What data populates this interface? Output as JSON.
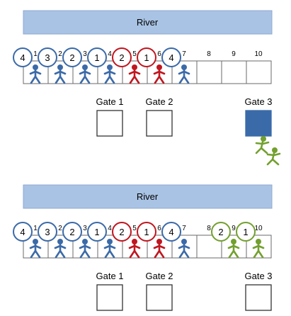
{
  "colors": {
    "river_fill": "#a9c3e4",
    "river_stroke": "#8eaad2",
    "blue": "#3b6aa8",
    "red": "#c0161f",
    "green": "#73a02e",
    "gate_filled": "#3b6aa8",
    "cell_border": "#6a6a6a"
  },
  "panels": [
    {
      "id": "top",
      "river_label": "River",
      "cell_numbers": [
        "1",
        "2",
        "3",
        "4",
        "5",
        "6",
        "7",
        "8",
        "9",
        "10"
      ],
      "occupants": [
        {
          "cell": 1,
          "group": "blue",
          "number": "4"
        },
        {
          "cell": 2,
          "group": "blue",
          "number": "3"
        },
        {
          "cell": 3,
          "group": "blue",
          "number": "2"
        },
        {
          "cell": 4,
          "group": "blue",
          "number": "1"
        },
        {
          "cell": 5,
          "group": "red",
          "number": "2"
        },
        {
          "cell": 6,
          "group": "red",
          "number": "1"
        },
        {
          "cell": 7,
          "group": "blue",
          "number": "4"
        }
      ],
      "gates": [
        {
          "label": "Gate 1",
          "filled": false
        },
        {
          "label": "Gate 2",
          "filled": false
        },
        {
          "label": "Gate 3",
          "filled": true
        }
      ],
      "waiting_count": 2,
      "waiting_icon": "stick-figure-green-icon"
    },
    {
      "id": "bottom",
      "river_label": "River",
      "cell_numbers": [
        "1",
        "2",
        "3",
        "4",
        "5",
        "6",
        "7",
        "8",
        "9",
        "10"
      ],
      "occupants": [
        {
          "cell": 1,
          "group": "blue",
          "number": "4"
        },
        {
          "cell": 2,
          "group": "blue",
          "number": "3"
        },
        {
          "cell": 3,
          "group": "blue",
          "number": "2"
        },
        {
          "cell": 4,
          "group": "blue",
          "number": "1"
        },
        {
          "cell": 5,
          "group": "red",
          "number": "2"
        },
        {
          "cell": 6,
          "group": "red",
          "number": "1"
        },
        {
          "cell": 7,
          "group": "blue",
          "number": "4"
        },
        {
          "cell": 9,
          "group": "green",
          "number": "2"
        },
        {
          "cell": 10,
          "group": "green",
          "number": "1"
        }
      ],
      "gates": [
        {
          "label": "Gate 1",
          "filled": false
        },
        {
          "label": "Gate 2",
          "filled": false
        },
        {
          "label": "Gate 3",
          "filled": false
        }
      ],
      "waiting_count": 0,
      "waiting_icon": "stick-figure-green-icon"
    }
  ]
}
